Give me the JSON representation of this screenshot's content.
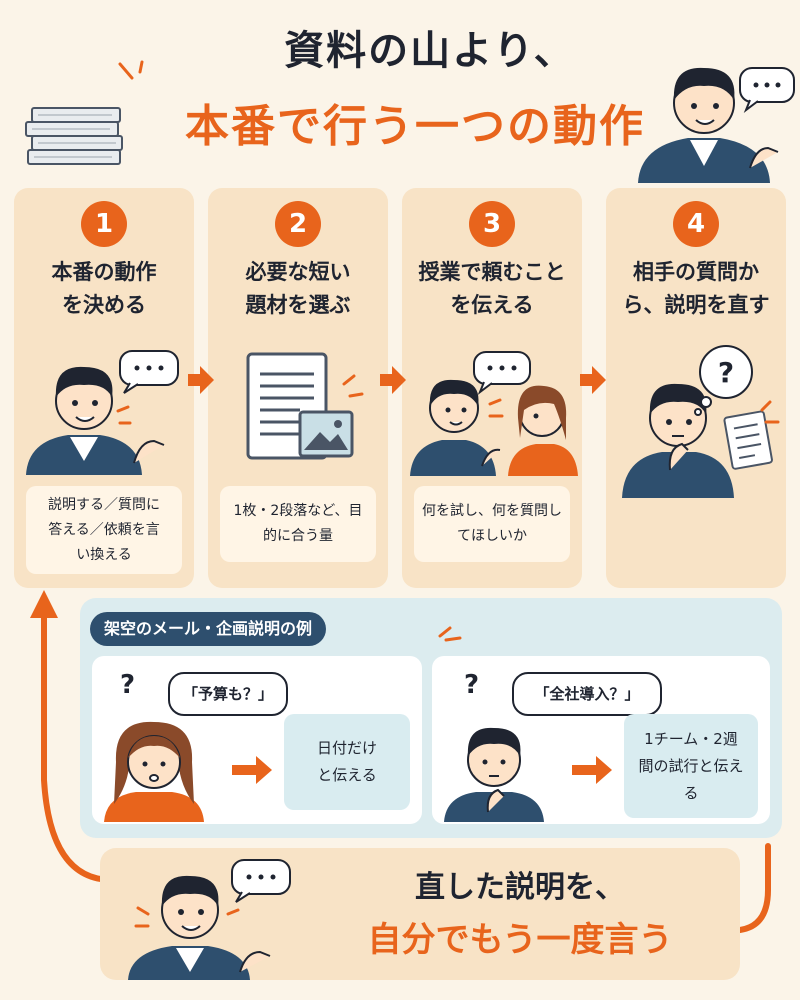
{
  "header": {
    "title_line1": "資料の山より、",
    "title_line2": "本番で行う一つの動作"
  },
  "steps": [
    {
      "number": "1",
      "title": "本番の動作を決める",
      "note": "説明する／質問に答える／依頼を言い換える"
    },
    {
      "number": "2",
      "title": "必要な短い題材を選ぶ",
      "note": "1枚・2段落など、目的に合う量"
    },
    {
      "number": "3",
      "title": "授業で頼むことを伝える",
      "note": "何を試し、何を質問してほしいか"
    },
    {
      "number": "4",
      "title": "相手の質問から、説明を直す",
      "note": ""
    }
  ],
  "example": {
    "label": "架空のメール・企画説明の例",
    "cases": [
      {
        "question": "「予算も？」",
        "result": "日付だけと伝える"
      },
      {
        "question": "「全社導入？」",
        "result": "1チーム・2週間の試行と伝える"
      }
    ]
  },
  "final": {
    "line1": "直した説明を、",
    "line2": "自分でもう一度言う"
  },
  "icons": {
    "speech": "speech-bubble-icon",
    "question": "question-mark-icon",
    "document": "document-icon",
    "papers": "paper-stack-icon"
  },
  "colors": {
    "accent": "#e8641c",
    "navy": "#2e4f6e",
    "card": "#f8e3c6",
    "panel": "#dcecef"
  }
}
